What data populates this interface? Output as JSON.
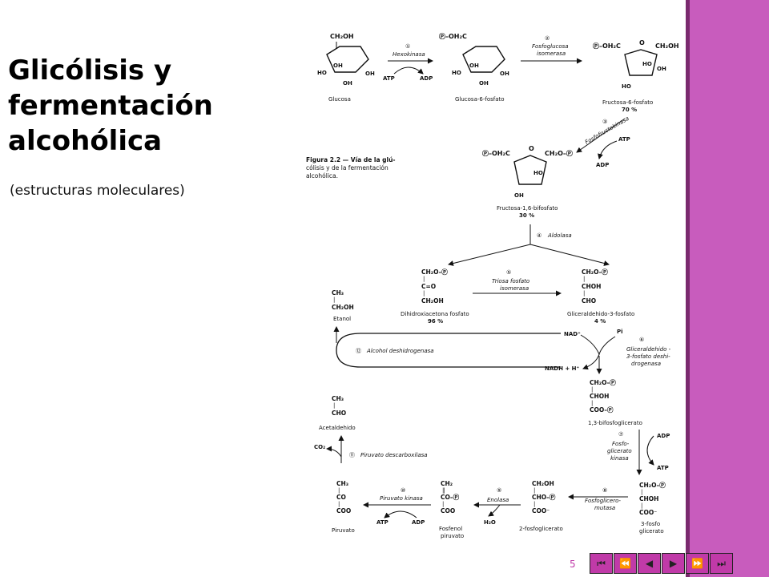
{
  "colors": {
    "sidebar_bar": "#7a2a6e",
    "sidebar_fill": "#c85cbd",
    "nav_button": "#c03aa8",
    "nav_glyph": "#222222",
    "page_number": "#c03aa8"
  },
  "slide": {
    "title": "Glicólisis y fermentación alcohólica",
    "subtitle": "(estructuras moleculares)",
    "page_number": "5"
  },
  "figure": {
    "caption_lines": [
      "Figura 2.2 — Vía de la glú-",
      "cólisis y de la fermentación",
      "alcohólica."
    ],
    "compounds": {
      "glucosa": "Glucosa",
      "g6p": "Glucosa-6-fosfato",
      "f6p": "Fructosa-6-fosfato",
      "f6p_pct": "70 %",
      "f16bp": "Fructosa-1,6-bifosfato",
      "f16bp_pct": "30 %",
      "dhap": "Dihidroxiacetona fosfato",
      "dhap_pct": "96 %",
      "g3p": "Gliceraldehido-3-fosfato",
      "g3p_pct": "4 %",
      "bpg": "1,3-bifosfoglicerato",
      "pg3_a": "3-fosfo",
      "pg3_b": "glicerato",
      "pg2": "2-fosfoglicerato",
      "pep_a": "Fosfenol",
      "pep_b": "piruvato",
      "piruvato": "Piruvato",
      "acetaldehido": "Acetaldehido",
      "etanol": "Etanol"
    },
    "enzymes": {
      "e1_num": "①",
      "e1": "Hexokinasa",
      "e2_num": "②",
      "e2a": "Fosfoglucosa",
      "e2b": "isomerasa",
      "e3_num": "③",
      "e3": "Fosfofructokinasa",
      "e4_num": "④",
      "e4": "Aldolasa",
      "e5_num": "⑤",
      "e5a": "Triosa fosfato",
      "e5b": "isomerasa",
      "e6_num": "⑥",
      "e6a": "Gliceraldehido -",
      "e6b": "3-fosfato deshi-",
      "e6c": "drogenasa",
      "e7_num": "⑦",
      "e7a": "Fosfo-",
      "e7b": "glicerato",
      "e7c": "kinasa",
      "e8_num": "⑧",
      "e8a": "Fosfoglicero-",
      "e8b": "mutasa",
      "e9_num": "⑨",
      "e9": "Enolasa",
      "e10_num": "⑩",
      "e10": "Piruvato kinasa",
      "e11_num": "⑪",
      "e11": "Piruvato descarboxilasa",
      "e12_num": "⑫",
      "e12": "Alcohol deshidrogenasa"
    },
    "cofactors": {
      "atp": "ATP",
      "adp": "ADP",
      "nad": "NAD⁺",
      "nadh": "NADH + H⁺",
      "pi": "Pi",
      "co2": "CO₂",
      "h2o": "H₂O"
    },
    "structures": {
      "ch2oh": "CH₂OH",
      "oh": "OH",
      "ho": "HO",
      "o": "O",
      "p_oh2c": "Ⓟ–OH₂C",
      "ch2o_p": "CH₂O–Ⓟ",
      "c_eq_o": "C=O",
      "chohb": "CHOH",
      "cho": "CHO",
      "coo_p": "COO–Ⓟ",
      "coo_minus": "COO⁻",
      "cho_p": "CHO–Ⓟ",
      "ch3": "CH₃",
      "co": "CO",
      "coo": "COO",
      "ch2_alkene": "CH₂",
      "co_p": "CO–Ⓟ",
      "bar": "|",
      "dbl": "‖"
    }
  },
  "nav": {
    "buttons": [
      {
        "name": "first-slide-button",
        "glyph": "⏮"
      },
      {
        "name": "previous-section-button",
        "glyph": "⏪"
      },
      {
        "name": "previous-slide-button",
        "glyph": "◀"
      },
      {
        "name": "next-slide-button",
        "glyph": "▶"
      },
      {
        "name": "next-section-button",
        "glyph": "⏩"
      },
      {
        "name": "last-slide-button",
        "glyph": "⏭"
      }
    ]
  }
}
